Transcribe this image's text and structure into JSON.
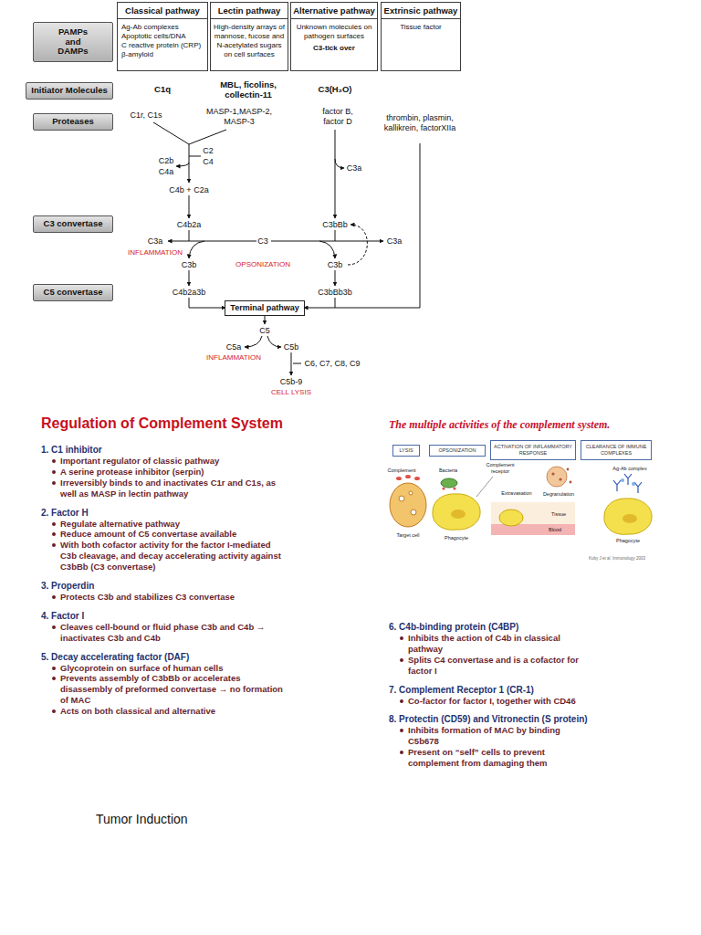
{
  "diagram": {
    "title": "Regulation of Complement System",
    "nodes": [
      {
        "text": [
          "Classical pathway",
          "Ag-Ab complexes",
          "Apoptotic cells/DNA",
          "C reactive protein (CRP)",
          "β-amyloid"
        ]
      },
      {
        "text": [
          "Lectin pathway",
          "High-density arrays of mannose, fucose and N-acetylated sugars on cell surfaces"
        ]
      },
      {
        "text": [
          "Alternative pathway",
          "Unknown molecules on pathogen surfaces",
          "C3-tick over"
        ]
      },
      {
        "text": [
          "Extrinsic pathway",
          "Tissue factor"
        ]
      },
      {
        "text": [
          "PAMPs and DAMPs"
        ]
      },
      {
        "text": [
          "Initiator Molecules"
        ]
      },
      {
        "text": [
          "Proteases"
        ]
      },
      {
        "text": [
          "C3 convertase"
        ]
      },
      {
        "text": [
          "C5 convertase"
        ]
      },
      {
        "text": [
          "Terminal pathway"
        ]
      },
      {
        "text": [
          "LYSIS"
        ]
      },
      {
        "text": [
          "OPSONIZATION"
        ]
      },
      {
        "text": [
          "ACTIVATION OF INFLAMMATORY RESPONSE"
        ]
      },
      {
        "text": [
          "CLEARANCE OF IMMUNE COMPLEXES"
        ]
      }
    ],
    "labels": [
      "C1q",
      "MBL, ficolins, collectin-11",
      "C3(H₂O)",
      "C1r, C1s",
      "MASP-1,MASP-2, MASP-3",
      "factor B, factor D",
      "thrombin, plasmin, kallikrein, factorXIIa",
      "C2",
      "C4",
      "C2b",
      "C4a",
      "C3a",
      "C4b + C2a",
      "C4b2a",
      "C3bBb",
      "C3a",
      "C3",
      "C3a",
      "INFLAMMATION",
      "C3b",
      "OPSONIZATION",
      "C3b",
      "C4b2a3b",
      "C3bBb3b",
      "C5",
      "C5a",
      "C5b",
      "INFLAMMATION",
      "C6, C7, C8, C9",
      "C5b-9",
      "CELL LYSIS",
      "The multiple activities of the complement system.",
      "Complement",
      "Bacteria",
      "Complement receptor",
      "Extravasation",
      "Degranulation",
      "Tissue",
      "Blood",
      "Ag-Ab complex",
      "Target cell",
      "Phagocyte",
      "Phagocyte",
      "Kuby J et al, Immunology 2003",
      "1. C1 inhibitor",
      "Important regulator of classic pathway",
      "A serine protease inhibitor (serpin)",
      "Irreversibly binds to and inactivates C1r and C1s, as well as MASP in lectin pathway",
      "2. Factor H",
      "Regulate alternative pathway",
      "Reduce amount of C5 convertase available",
      "With both cofactor activity for the factor I-mediated C3b cleavage, and decay accelerating activity against C3bBb (C3 convertase)",
      "3. Properdin",
      "Protects C3b and stabilizes C3 convertase",
      "4. Factor I",
      "Cleaves cell-bound or fluid phase C3b and C4b → inactivates C3b and C4b",
      "5. Decay accelerating factor (DAF)",
      "Glycoprotein on surface of human cells",
      "Prevents assembly of C3bBb or accelerates disassembly of preformed convertase → no formation of MAC",
      "Acts on both classical and alternative",
      "6. C4b-binding protein (C4BP)",
      "Inhibits the action of C4b in classical pathway",
      "Splits C4 convertase and is a cofactor for factor I",
      "7. Complement Receptor 1 (CR-1)",
      "Co-factor for factor I, together with CD46",
      "8. Protectin (CD59) and Vitronectin (S protein)",
      "Inhibits formation of MAC by binding C5b678",
      "Present on “self” cells to prevent complement from damaging them",
      "Tumor Induction"
    ]
  }
}
